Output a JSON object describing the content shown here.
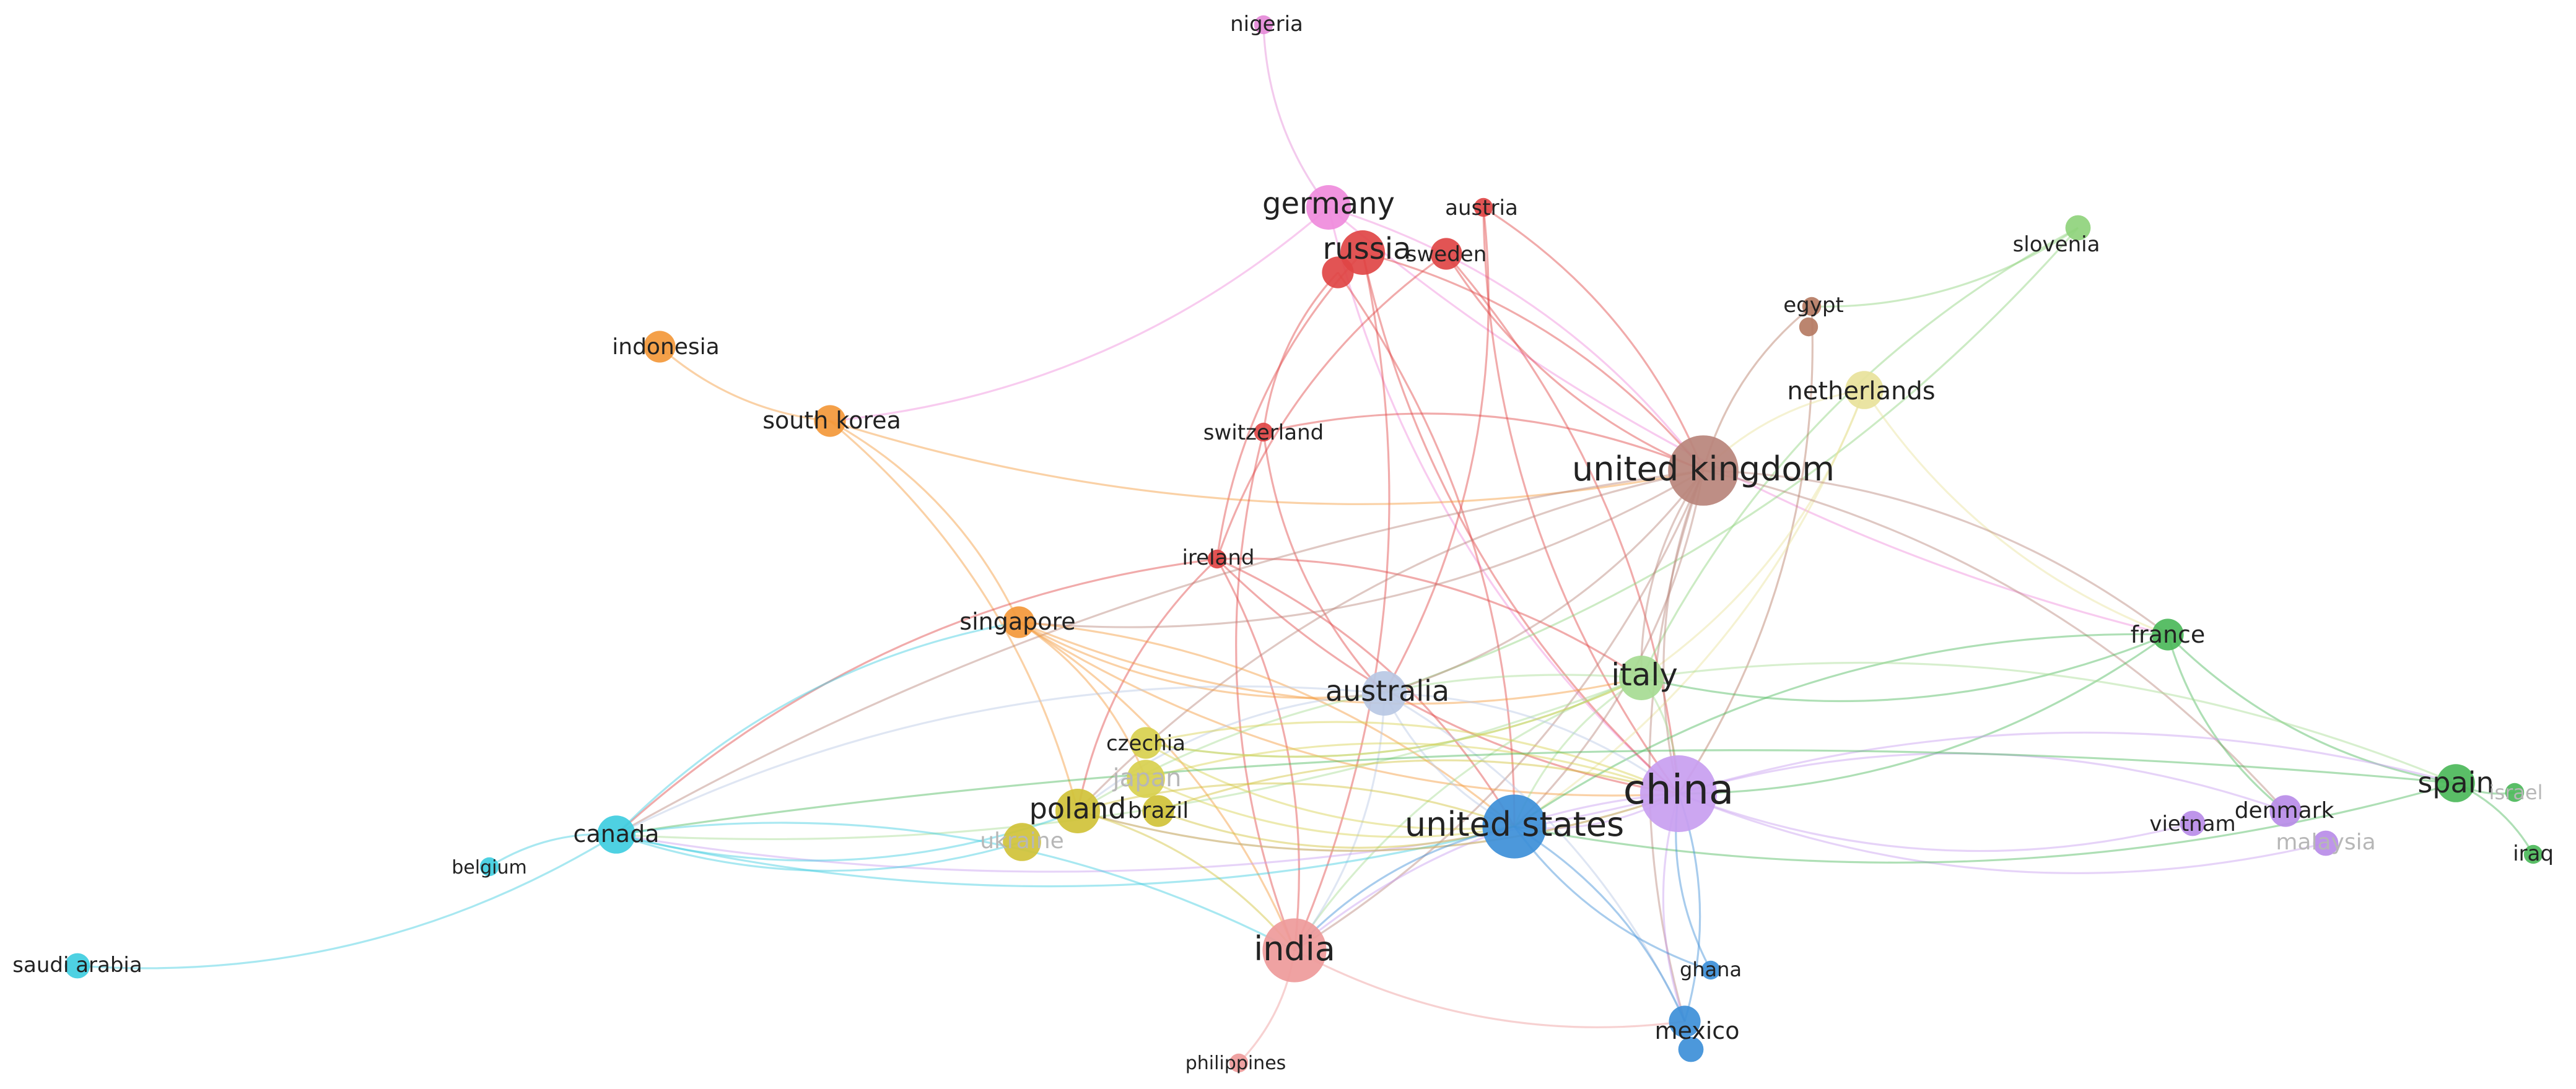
{
  "network": {
    "nodes": [
      {
        "id": "nigeria",
        "label": "nigeria",
        "color": "#e58ad8",
        "weight": 1
      },
      {
        "id": "germany",
        "label": "germany",
        "color": "#ef8bdc",
        "weight": 5
      },
      {
        "id": "austria",
        "label": "austria",
        "color": "#e04545",
        "weight": 1
      },
      {
        "id": "russia",
        "label": "russia",
        "color": "#e04545",
        "weight": 5
      },
      {
        "id": "russia2",
        "label": "",
        "color": "#e04545",
        "weight": 3
      },
      {
        "id": "sweden",
        "label": "sweden",
        "color": "#e04545",
        "weight": 3
      },
      {
        "id": "slovenia",
        "label": "slovenia",
        "color": "#8fd27c",
        "weight": 2
      },
      {
        "id": "egypt",
        "label": "egypt",
        "color": "#b57b63",
        "weight": 1
      },
      {
        "id": "hidden1",
        "label": "",
        "color": "#b57b63",
        "weight": 1
      },
      {
        "id": "indonesia",
        "label": "indonesia",
        "color": "#f3983a",
        "weight": 3
      },
      {
        "id": "netherlands",
        "label": "netherlands",
        "color": "#e8e29b",
        "weight": 4
      },
      {
        "id": "south_korea",
        "label": "south korea",
        "color": "#f3983a",
        "weight": 3
      },
      {
        "id": "switzerland",
        "label": "switzerland",
        "color": "#e04545",
        "weight": 1
      },
      {
        "id": "united_kingdom",
        "label": "united kingdom",
        "color": "#b9847b",
        "weight": 9
      },
      {
        "id": "ireland",
        "label": "ireland",
        "color": "#e04545",
        "weight": 1
      },
      {
        "id": "singapore",
        "label": "singapore",
        "color": "#f3983a",
        "weight": 3
      },
      {
        "id": "france",
        "label": "france",
        "color": "#4cb85a",
        "weight": 3
      },
      {
        "id": "italy",
        "label": "italy",
        "color": "#a6db93",
        "weight": 5
      },
      {
        "id": "australia",
        "label": "australia",
        "color": "#b8c8e4",
        "weight": 5
      },
      {
        "id": "czechia",
        "label": "czechia",
        "color": "#d8d04e",
        "weight": 3
      },
      {
        "id": "japan",
        "label": "japan",
        "color": "#d8d04e",
        "weight": 4
      },
      {
        "id": "china",
        "label": "china",
        "color": "#c89ef0",
        "weight": 10
      },
      {
        "id": "spain",
        "label": "spain",
        "color": "#4cb85a",
        "weight": 4
      },
      {
        "id": "israel",
        "label": "israel",
        "color": "#4cb85a",
        "weight": 1
      },
      {
        "id": "canada",
        "label": "canada",
        "color": "#3fcde0",
        "weight": 4
      },
      {
        "id": "poland",
        "label": "poland",
        "color": "#d0c238",
        "weight": 5
      },
      {
        "id": "brazil",
        "label": "brazil",
        "color": "#d0c238",
        "weight": 3
      },
      {
        "id": "united_states",
        "label": "united states",
        "color": "#3d8fd8",
        "weight": 8
      },
      {
        "id": "vietnam",
        "label": "vietnam",
        "color": "#b98ce8",
        "weight": 2
      },
      {
        "id": "denmark",
        "label": "denmark",
        "color": "#b98ce8",
        "weight": 3
      },
      {
        "id": "malaysia",
        "label": "malaysia",
        "color": "#b98ce8",
        "weight": 2
      },
      {
        "id": "iraq",
        "label": "iraq",
        "color": "#4cb85a",
        "weight": 1
      },
      {
        "id": "ukraine",
        "label": "ukraine",
        "color": "#d0c238",
        "weight": 4
      },
      {
        "id": "belgium",
        "label": "belgium",
        "color": "#3fcde0",
        "weight": 1
      },
      {
        "id": "saudi_arabia",
        "label": "saudi arabia",
        "color": "#3fcde0",
        "weight": 2
      },
      {
        "id": "india",
        "label": "india",
        "color": "#ee9a9a",
        "weight": 8
      },
      {
        "id": "ghana",
        "label": "ghana",
        "color": "#3d8fd8",
        "weight": 1
      },
      {
        "id": "mexico",
        "label": "mexico",
        "color": "#3d8fd8",
        "weight": 3
      },
      {
        "id": "mexico2",
        "label": "",
        "color": "#3d8fd8",
        "weight": 2
      },
      {
        "id": "philippines",
        "label": "philippines",
        "color": "#ee9a9a",
        "weight": 1
      }
    ],
    "edges": [
      [
        "nigeria",
        "germany"
      ],
      [
        "germany",
        "united_kingdom"
      ],
      [
        "germany",
        "china"
      ],
      [
        "germany",
        "south_korea"
      ],
      [
        "germany",
        "france"
      ],
      [
        "russia",
        "united_kingdom"
      ],
      [
        "russia",
        "china"
      ],
      [
        "russia",
        "india"
      ],
      [
        "russia",
        "ireland"
      ],
      [
        "russia2",
        "united_states"
      ],
      [
        "russia2",
        "switzerland"
      ],
      [
        "austria",
        "united_kingdom"
      ],
      [
        "austria",
        "china"
      ],
      [
        "austria",
        "australia"
      ],
      [
        "sweden",
        "united_kingdom"
      ],
      [
        "sweden",
        "china"
      ],
      [
        "sweden",
        "ireland"
      ],
      [
        "slovenia",
        "egypt"
      ],
      [
        "slovenia",
        "italy"
      ],
      [
        "slovenia",
        "australia"
      ],
      [
        "egypt",
        "united_kingdom"
      ],
      [
        "egypt",
        "china"
      ],
      [
        "netherlands",
        "united_kingdom"
      ],
      [
        "netherlands",
        "united_states"
      ],
      [
        "netherlands",
        "france"
      ],
      [
        "netherlands",
        "italy"
      ],
      [
        "indonesia",
        "south_korea"
      ],
      [
        "south_korea",
        "singapore"
      ],
      [
        "south_korea",
        "united_kingdom"
      ],
      [
        "south_korea",
        "poland"
      ],
      [
        "switzerland",
        "india"
      ],
      [
        "switzerland",
        "united_kingdom"
      ],
      [
        "switzerland",
        "australia"
      ],
      [
        "ireland",
        "india"
      ],
      [
        "ireland",
        "china"
      ],
      [
        "ireland",
        "united_states"
      ],
      [
        "ireland",
        "poland"
      ],
      [
        "ireland",
        "italy"
      ],
      [
        "ireland",
        "canada"
      ],
      [
        "united_kingdom",
        "united_states"
      ],
      [
        "united_kingdom",
        "china"
      ],
      [
        "united_kingdom",
        "india"
      ],
      [
        "united_kingdom",
        "italy"
      ],
      [
        "united_kingdom",
        "australia"
      ],
      [
        "united_kingdom",
        "canada"
      ],
      [
        "united_kingdom",
        "france"
      ],
      [
        "united_kingdom",
        "mexico"
      ],
      [
        "united_kingdom",
        "singapore"
      ],
      [
        "united_kingdom",
        "poland"
      ],
      [
        "united_kingdom",
        "denmark"
      ],
      [
        "singapore",
        "china"
      ],
      [
        "singapore",
        "united_states"
      ],
      [
        "singapore",
        "australia"
      ],
      [
        "singapore",
        "india"
      ],
      [
        "singapore",
        "italy"
      ],
      [
        "singapore",
        "japan"
      ],
      [
        "france",
        "spain"
      ],
      [
        "france",
        "china"
      ],
      [
        "france",
        "denmark"
      ],
      [
        "france",
        "italy"
      ],
      [
        "france",
        "united_states"
      ],
      [
        "italy",
        "china"
      ],
      [
        "italy",
        "united_states"
      ],
      [
        "italy",
        "canada"
      ],
      [
        "italy",
        "poland"
      ],
      [
        "italy",
        "spain"
      ],
      [
        "italy",
        "india"
      ],
      [
        "italy",
        "czechia"
      ],
      [
        "australia",
        "united_states"
      ],
      [
        "australia",
        "china"
      ],
      [
        "australia",
        "canada"
      ],
      [
        "australia",
        "mexico"
      ],
      [
        "australia",
        "poland"
      ],
      [
        "australia",
        "india"
      ],
      [
        "czechia",
        "united_states"
      ],
      [
        "czechia",
        "china"
      ],
      [
        "czechia",
        "italy"
      ],
      [
        "japan",
        "china"
      ],
      [
        "japan",
        "united_states"
      ],
      [
        "china",
        "united_states"
      ],
      [
        "china",
        "india"
      ],
      [
        "china",
        "canada"
      ],
      [
        "china",
        "vietnam"
      ],
      [
        "china",
        "denmark"
      ],
      [
        "china",
        "malaysia"
      ],
      [
        "china",
        "spain"
      ],
      [
        "china",
        "mexico"
      ],
      [
        "china",
        "poland"
      ],
      [
        "spain",
        "israel"
      ],
      [
        "spain",
        "iraq"
      ],
      [
        "spain",
        "canada"
      ],
      [
        "spain",
        "united_states"
      ],
      [
        "canada",
        "united_states"
      ],
      [
        "canada",
        "india"
      ],
      [
        "canada",
        "belgium"
      ],
      [
        "canada",
        "saudi_arabia"
      ],
      [
        "canada",
        "poland"
      ],
      [
        "canada",
        "singapore"
      ],
      [
        "canada",
        "ukraine"
      ],
      [
        "poland",
        "united_states"
      ],
      [
        "poland",
        "china"
      ],
      [
        "poland",
        "india"
      ],
      [
        "brazil",
        "united_states"
      ],
      [
        "brazil",
        "china"
      ],
      [
        "united_states",
        "india"
      ],
      [
        "united_states",
        "mexico"
      ],
      [
        "united_states",
        "ghana"
      ],
      [
        "india",
        "philippines"
      ],
      [
        "india",
        "mexico"
      ],
      [
        "ghana",
        "china"
      ],
      [
        "mexico",
        "china"
      ]
    ]
  }
}
